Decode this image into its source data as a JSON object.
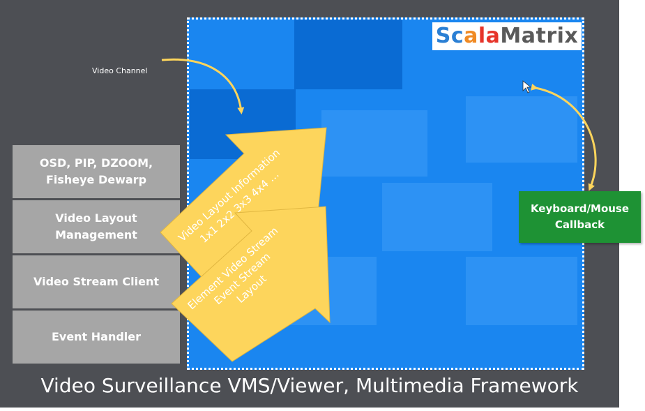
{
  "logo": {
    "part1": "Sc",
    "part2": "a",
    "part3": "la",
    "part4": "Matrix"
  },
  "labels": {
    "video_channel": "Video Channel",
    "keyboard_mouse_callback": "Keyboard/Mouse\nCallback"
  },
  "stack": [
    "OSD, PIP, DZOOM,\nFisheye Dewarp",
    "Video Layout\nManagement",
    "Video Stream Client",
    "Event Handler"
  ],
  "arrows": {
    "upper_line1": "Video Layout Information",
    "upper_line2": "1x1 2x2 3x3 4x4 …",
    "lower_line1": "Element Video Stream",
    "lower_line2": "Event Stream",
    "lower_line3": "Layout"
  },
  "footer_title": "Video Surveillance VMS/Viewer, Multimedia Framework",
  "colors": {
    "panel": "#4d4f54",
    "video_area": "#1a86f0",
    "stack_box": "#a6a6a6",
    "callback_box": "#1e9234",
    "arrow": "#fdd55c"
  }
}
